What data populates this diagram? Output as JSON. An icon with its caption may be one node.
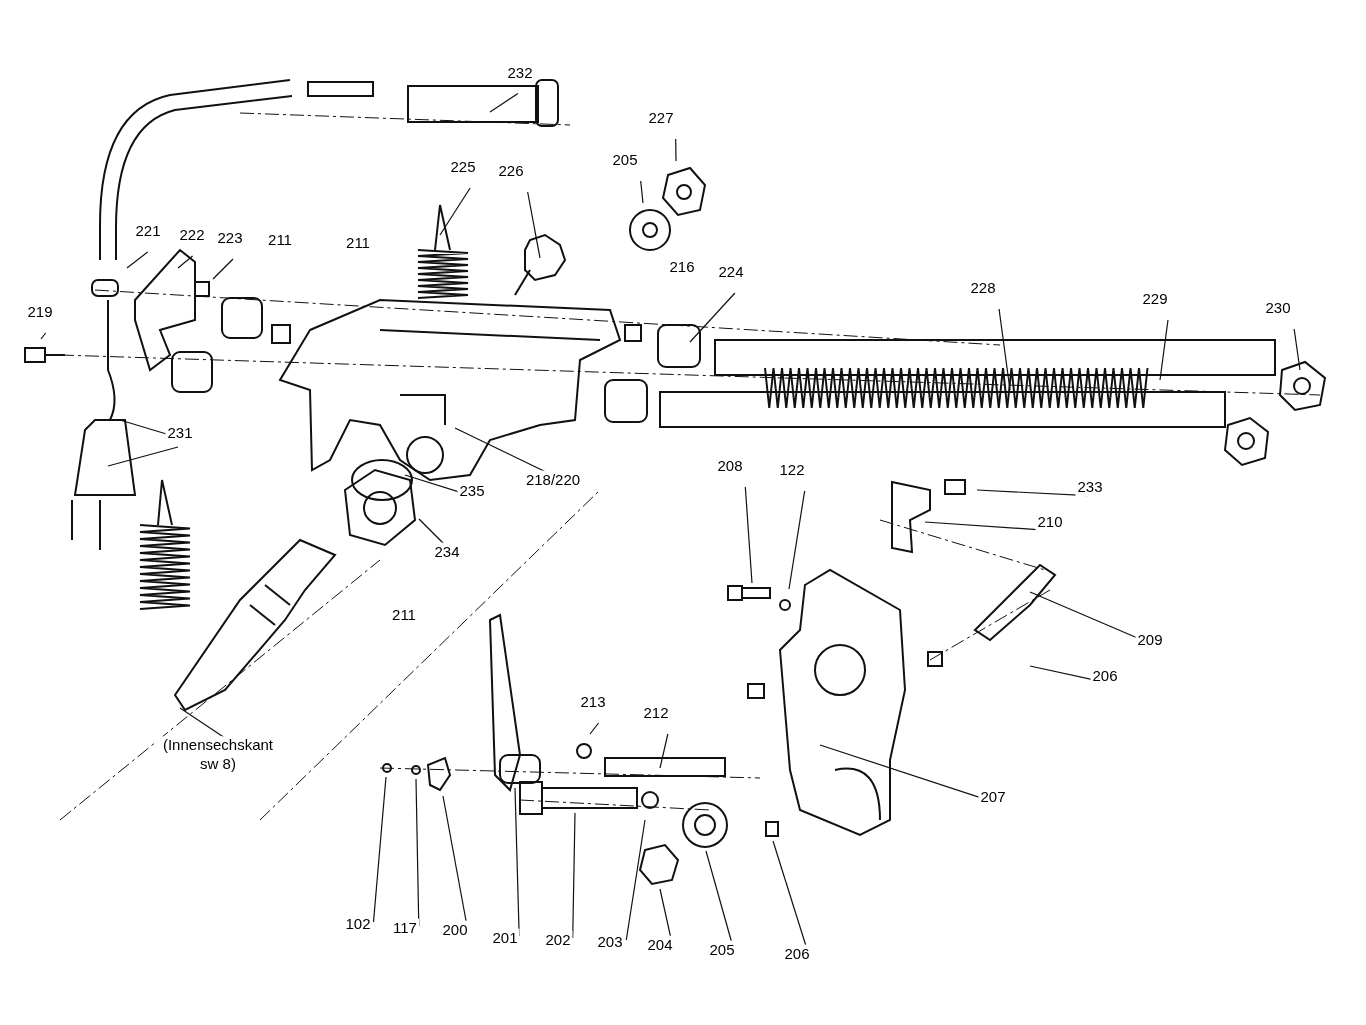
{
  "diagram": {
    "nodes": [
      {
        "text": [
          "232"
        ]
      },
      {
        "text": [
          "227"
        ]
      },
      {
        "text": [
          "205"
        ]
      },
      {
        "text": [
          "225"
        ]
      },
      {
        "text": [
          "226"
        ]
      },
      {
        "text": [
          "221"
        ]
      },
      {
        "text": [
          "222"
        ]
      },
      {
        "text": [
          "223"
        ]
      },
      {
        "text": [
          "224"
        ]
      },
      {
        "text": [
          "228"
        ]
      },
      {
        "text": [
          "229"
        ]
      },
      {
        "text": [
          "230"
        ]
      },
      {
        "text": [
          "219"
        ]
      },
      {
        "text": [
          "231"
        ]
      },
      {
        "text": [
          "218/220"
        ]
      },
      {
        "text": [
          "235"
        ]
      },
      {
        "text": [
          "234"
        ]
      },
      {
        "text": [
          "233"
        ]
      },
      {
        "text": [
          "210"
        ]
      },
      {
        "text": [
          "208"
        ]
      },
      {
        "text": [
          "122"
        ]
      },
      {
        "text": [
          "209"
        ]
      },
      {
        "text": [
          "206"
        ]
      },
      {
        "text": [
          "213"
        ]
      },
      {
        "text": [
          "212"
        ]
      },
      {
        "text": [
          "207"
        ]
      },
      {
        "text": [
          "(Innensechskant sw 8)"
        ]
      },
      {
        "text": [
          "102"
        ]
      },
      {
        "text": [
          "117"
        ]
      },
      {
        "text": [
          "200"
        ]
      },
      {
        "text": [
          "201"
        ]
      },
      {
        "text": [
          "202"
        ]
      },
      {
        "text": [
          "203"
        ]
      },
      {
        "text": [
          "204"
        ]
      },
      {
        "text": [
          "205"
        ]
      },
      {
        "text": [
          "206"
        ]
      }
    ],
    "edges": [
      {
        "from": 0,
        "to": null,
        "arrow": "none"
      },
      {
        "from": 1,
        "to": null,
        "arrow": "none"
      },
      {
        "from": 2,
        "to": null,
        "arrow": "none"
      },
      {
        "from": 3,
        "to": null,
        "arrow": "none"
      },
      {
        "from": 4,
        "to": null,
        "arrow": "none"
      },
      {
        "from": 5,
        "to": null,
        "arrow": "none"
      },
      {
        "from": 6,
        "to": null,
        "arrow": "none"
      },
      {
        "from": 7,
        "to": null,
        "arrow": "none"
      },
      {
        "from": 8,
        "to": null,
        "arrow": "none"
      },
      {
        "from": 9,
        "to": null,
        "arrow": "none"
      },
      {
        "from": 10,
        "to": null,
        "arrow": "none"
      },
      {
        "from": 11,
        "to": null,
        "arrow": "none"
      },
      {
        "from": 12,
        "to": null,
        "arrow": "none"
      },
      {
        "from": 13,
        "to": null,
        "arrow": "none"
      },
      {
        "from": 14,
        "to": null,
        "arrow": "none"
      },
      {
        "from": 15,
        "to": null,
        "arrow": "none"
      },
      {
        "from": 16,
        "to": null,
        "arrow": "none"
      },
      {
        "from": 17,
        "to": null,
        "arrow": "none"
      },
      {
        "from": 18,
        "to": null,
        "arrow": "none"
      },
      {
        "from": 19,
        "to": null,
        "arrow": "none"
      },
      {
        "from": 20,
        "to": null,
        "arrow": "none"
      },
      {
        "from": 21,
        "to": null,
        "arrow": "none"
      },
      {
        "from": 22,
        "to": null,
        "arrow": "none"
      },
      {
        "from": 23,
        "to": null,
        "arrow": "none"
      },
      {
        "from": 24,
        "to": null,
        "arrow": "none"
      },
      {
        "from": 25,
        "to": null,
        "arrow": "none"
      },
      {
        "from": 26,
        "to": null,
        "arrow": "none"
      },
      {
        "from": 27,
        "to": null,
        "arrow": "none"
      },
      {
        "from": 28,
        "to": null,
        "arrow": "none"
      },
      {
        "from": 29,
        "to": null,
        "arrow": "none"
      },
      {
        "from": 30,
        "to": null,
        "arrow": "none"
      },
      {
        "from": 31,
        "to": null,
        "arrow": "none"
      },
      {
        "from": 32,
        "to": null,
        "arrow": "none"
      },
      {
        "from": 33,
        "to": null,
        "arrow": "none"
      },
      {
        "from": 34,
        "to": null,
        "arrow": "none"
      },
      {
        "from": 35,
        "to": null,
        "arrow": "none"
      },
      {
        "from": 13,
        "to": null,
        "arrow": "none"
      }
    ],
    "labels": [
      "211",
      "211",
      "216",
      "211"
    ]
  }
}
